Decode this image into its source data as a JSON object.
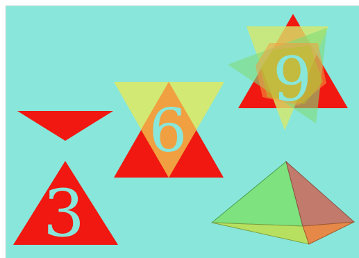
{
  "scene": {
    "colors": {
      "page_border": "#ffffff",
      "panel_background": "#89e6da",
      "panel_edge": "#cfcfcf",
      "red": "#f01810",
      "yellow_overlay": "#d7e86a",
      "orange_overlap": "#f0a040",
      "green_overlay": "#7edc7a",
      "numeral": "#89e6da",
      "pyramid_left": "#7ee27e",
      "pyramid_right": "#c27a6c",
      "pyramid_base_left": "#b8e060",
      "pyramid_base_right": "#e68848"
    },
    "numerals": {
      "three": "3",
      "six": "6",
      "nine": "9"
    }
  }
}
